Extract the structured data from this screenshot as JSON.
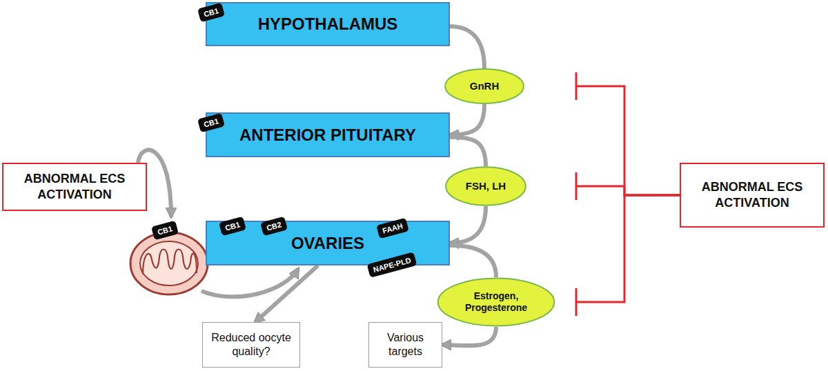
{
  "diagram": {
    "nodes": [
      {
        "text": [
          "ABNORMAL ECS ACTIVATION"
        ]
      },
      {
        "text": [
          "CB1"
        ]
      },
      {
        "text": [
          "HYPOTHALAMUS"
        ]
      },
      {
        "text": [
          "GnRH"
        ]
      },
      {
        "text": [
          "CB1"
        ]
      },
      {
        "text": [
          "ANTERIOR PITUITARY"
        ]
      },
      {
        "text": [
          "FSH, LH"
        ]
      },
      {
        "text": [
          "ABNORMAL ECS ACTIVATION"
        ]
      },
      {
        "text": [
          "CB1"
        ]
      },
      {
        "text": [
          "CB1"
        ]
      },
      {
        "text": [
          "CB2"
        ]
      },
      {
        "text": [
          "OVARIES"
        ]
      },
      {
        "text": [
          "FAAH"
        ]
      },
      {
        "text": [
          "NAPE-PLD"
        ]
      },
      {
        "text": [
          "Estrogen, Progesterone"
        ]
      },
      {
        "text": [
          "Reduced oocyte quality?"
        ]
      },
      {
        "text": [
          "Various targets"
        ]
      }
    ],
    "edges": [
      {
        "from": 2,
        "to": 3,
        "arrow": "none"
      },
      {
        "from": 3,
        "to": 5,
        "arrow": "to"
      },
      {
        "from": 5,
        "to": 6,
        "arrow": "none"
      },
      {
        "from": 6,
        "to": 11,
        "arrow": "to"
      },
      {
        "from": 11,
        "to": 14,
        "arrow": "none"
      },
      {
        "from": 14,
        "to": 16,
        "arrow": "to"
      },
      {
        "from": 11,
        "to": 15,
        "arrow": "to"
      },
      {
        "from": 7,
        "to": 3,
        "arrow": "to"
      },
      {
        "from": 7,
        "to": 6,
        "arrow": "to"
      },
      {
        "from": 7,
        "to": 14,
        "arrow": "to"
      }
    ]
  }
}
